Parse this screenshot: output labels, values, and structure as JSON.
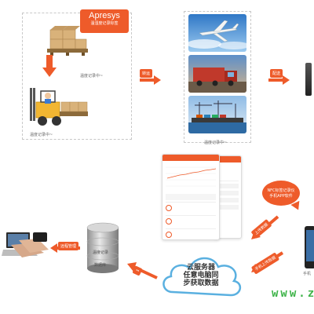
{
  "brand": {
    "title": "Apresys",
    "subtitle": "温湿度记录标签"
  },
  "labels": {
    "recording_top": "温度记录中~",
    "recording_bottom": "温度记录中~",
    "recording_photos": "温度记录中~"
  },
  "tags": {
    "transport": "转运",
    "delivery": "配送",
    "remote_manage": "远程管理",
    "upload_data": "上传数据",
    "mobile_upload": "手机上传数据"
  },
  "bubble": {
    "line1": "NFC标签记录仪",
    "line2": "手机APP软件"
  },
  "cloud": {
    "line1": "云服务器",
    "line2": "任意电脑同",
    "line3": "步获取数据"
  },
  "server": {
    "top_label": "温度记录",
    "bottom_label": "数据库"
  },
  "watermark": "www.z",
  "phone_label": "手机",
  "colors": {
    "accent": "#ee5b2a",
    "cloud_border": "#5ab0e0"
  }
}
